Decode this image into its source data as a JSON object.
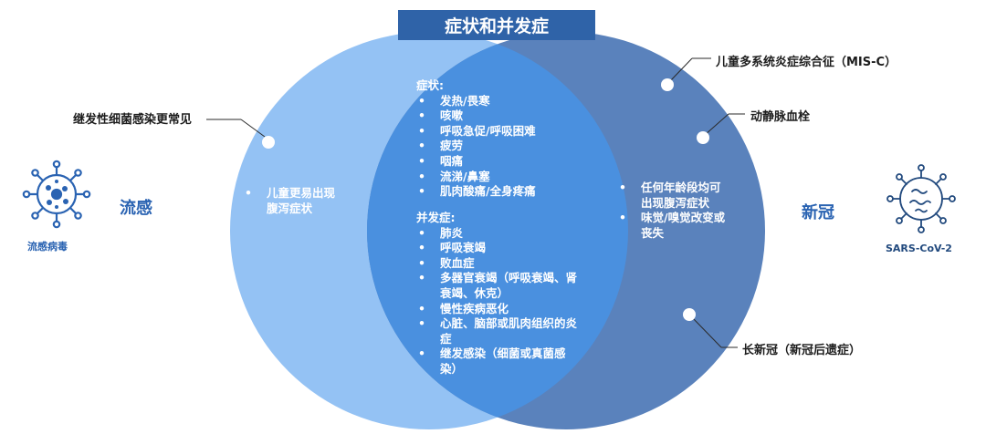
{
  "title": "症状和并发症",
  "left": {
    "label": "流感",
    "virus_caption": "流感病毒",
    "icon": "influenza-virus-icon",
    "items": [
      "儿童更易出现腹泻症状"
    ],
    "callout": "继发性细菌感染更常见"
  },
  "right": {
    "label": "新冠",
    "virus_caption": "SARS-CoV-2",
    "icon": "coronavirus-icon",
    "items": [
      "任何年龄段均可出现腹泻症状",
      "味觉/嗅觉改变或丧失"
    ],
    "callouts": [
      "儿童多系统炎症综合征（MIS-C）",
      "动静脉血栓",
      "长新冠（新冠后遗症）"
    ]
  },
  "center": {
    "symptoms_header": "症状:",
    "symptoms": [
      "发热/畏寒",
      "咳嗽",
      "呼吸急促/呼吸困难",
      "疲劳",
      "咽痛",
      "流涕/鼻塞",
      "肌肉酸痛/全身疼痛"
    ],
    "complications_header": "并发症:",
    "complications": [
      "肺炎",
      "呼吸衰竭",
      "败血症",
      "多器官衰竭（呼吸衰竭、肾衰竭、休克）",
      "慢性疾病恶化",
      "心脏、脑部或肌肉组织的炎症",
      "继发感染（细菌或真菌感染）"
    ]
  },
  "colors": {
    "left_circle": "#94c2f4",
    "right_circle": "#5a82bc",
    "overlap": "#4a90df",
    "title_bg": "#2f63a8",
    "label": "#2a63b2"
  }
}
